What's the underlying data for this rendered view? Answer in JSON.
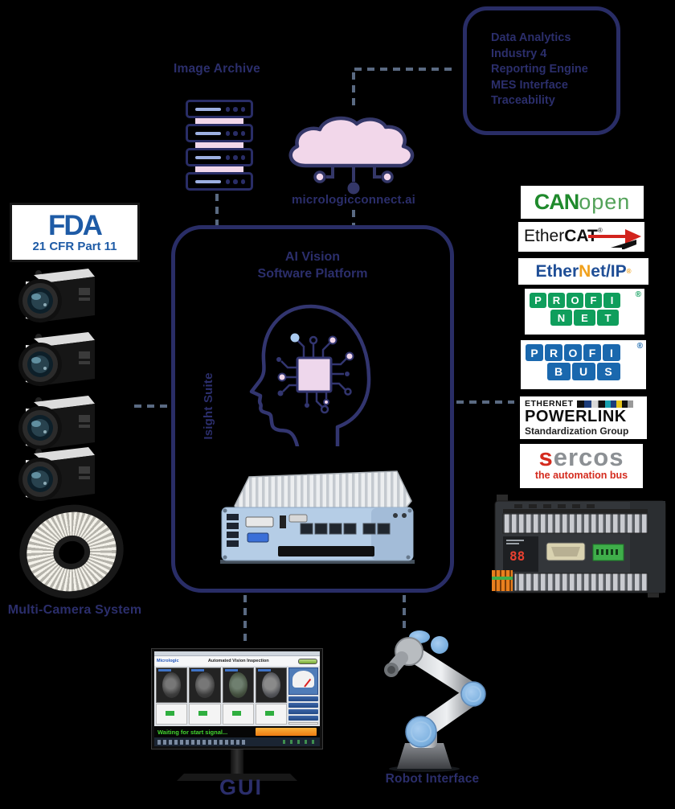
{
  "colors": {
    "background": "#000000",
    "navy": "#2b2e6b",
    "pink": "#f2d7ea",
    "dash_slate": "#5a6a82",
    "fda_blue": "#1e5ba6",
    "canopen_green": "#1f8a2c",
    "ethercat_red": "#d2231c",
    "ethernetip_blue": "#1f4e96",
    "ethernetip_orange": "#f0a11d",
    "profinet_green": "#0f9e5c",
    "profibus_blue": "#1a68ae",
    "sercos_red": "#d42b1e",
    "sercos_gray": "#8c9094",
    "status_green": "#43d62f"
  },
  "top_box": {
    "lines": [
      "Data Analytics",
      "Industry 4",
      "Reporting Engine",
      "MES Interface",
      "Traceability"
    ]
  },
  "archive": {
    "label": "Image Archive"
  },
  "cloud": {
    "label": "micrologicconnect.ai"
  },
  "platform": {
    "title1": "AI Vision",
    "title2": "Software Platform",
    "suite": "Isight Suite"
  },
  "fda": {
    "name": "FDA",
    "subtitle": "21 CFR Part 11"
  },
  "multicam": {
    "label": "Multi-Camera System"
  },
  "logos": {
    "canopen": {
      "bold": "CAN",
      "light": "open"
    },
    "ethercat": {
      "normal": "Ether",
      "bold": "CAT",
      "reg": "®"
    },
    "ethernetip": {
      "part1": "Ether",
      "part2": "N",
      "part3": "et/IP",
      "reg": "®"
    },
    "profinet": {
      "row1": "PROFI",
      "row2": "NET",
      "reg": "®"
    },
    "profibus": {
      "row1": "PROFI",
      "row2": "BUS",
      "reg": "®"
    },
    "powerlink": {
      "line1": "ETHERNET",
      "line2": "POWERLINK",
      "line3": "Standardization Group"
    },
    "sercos": {
      "first": "s",
      "rest": "ercos",
      "subtitle": "the automation bus"
    }
  },
  "monitor": {
    "brand": "Micrologic",
    "title": "Automated Vision Inspection",
    "status": "Waiting for start signal..."
  },
  "labels": {
    "gui": "GUI",
    "robot": "Robot Interface"
  }
}
